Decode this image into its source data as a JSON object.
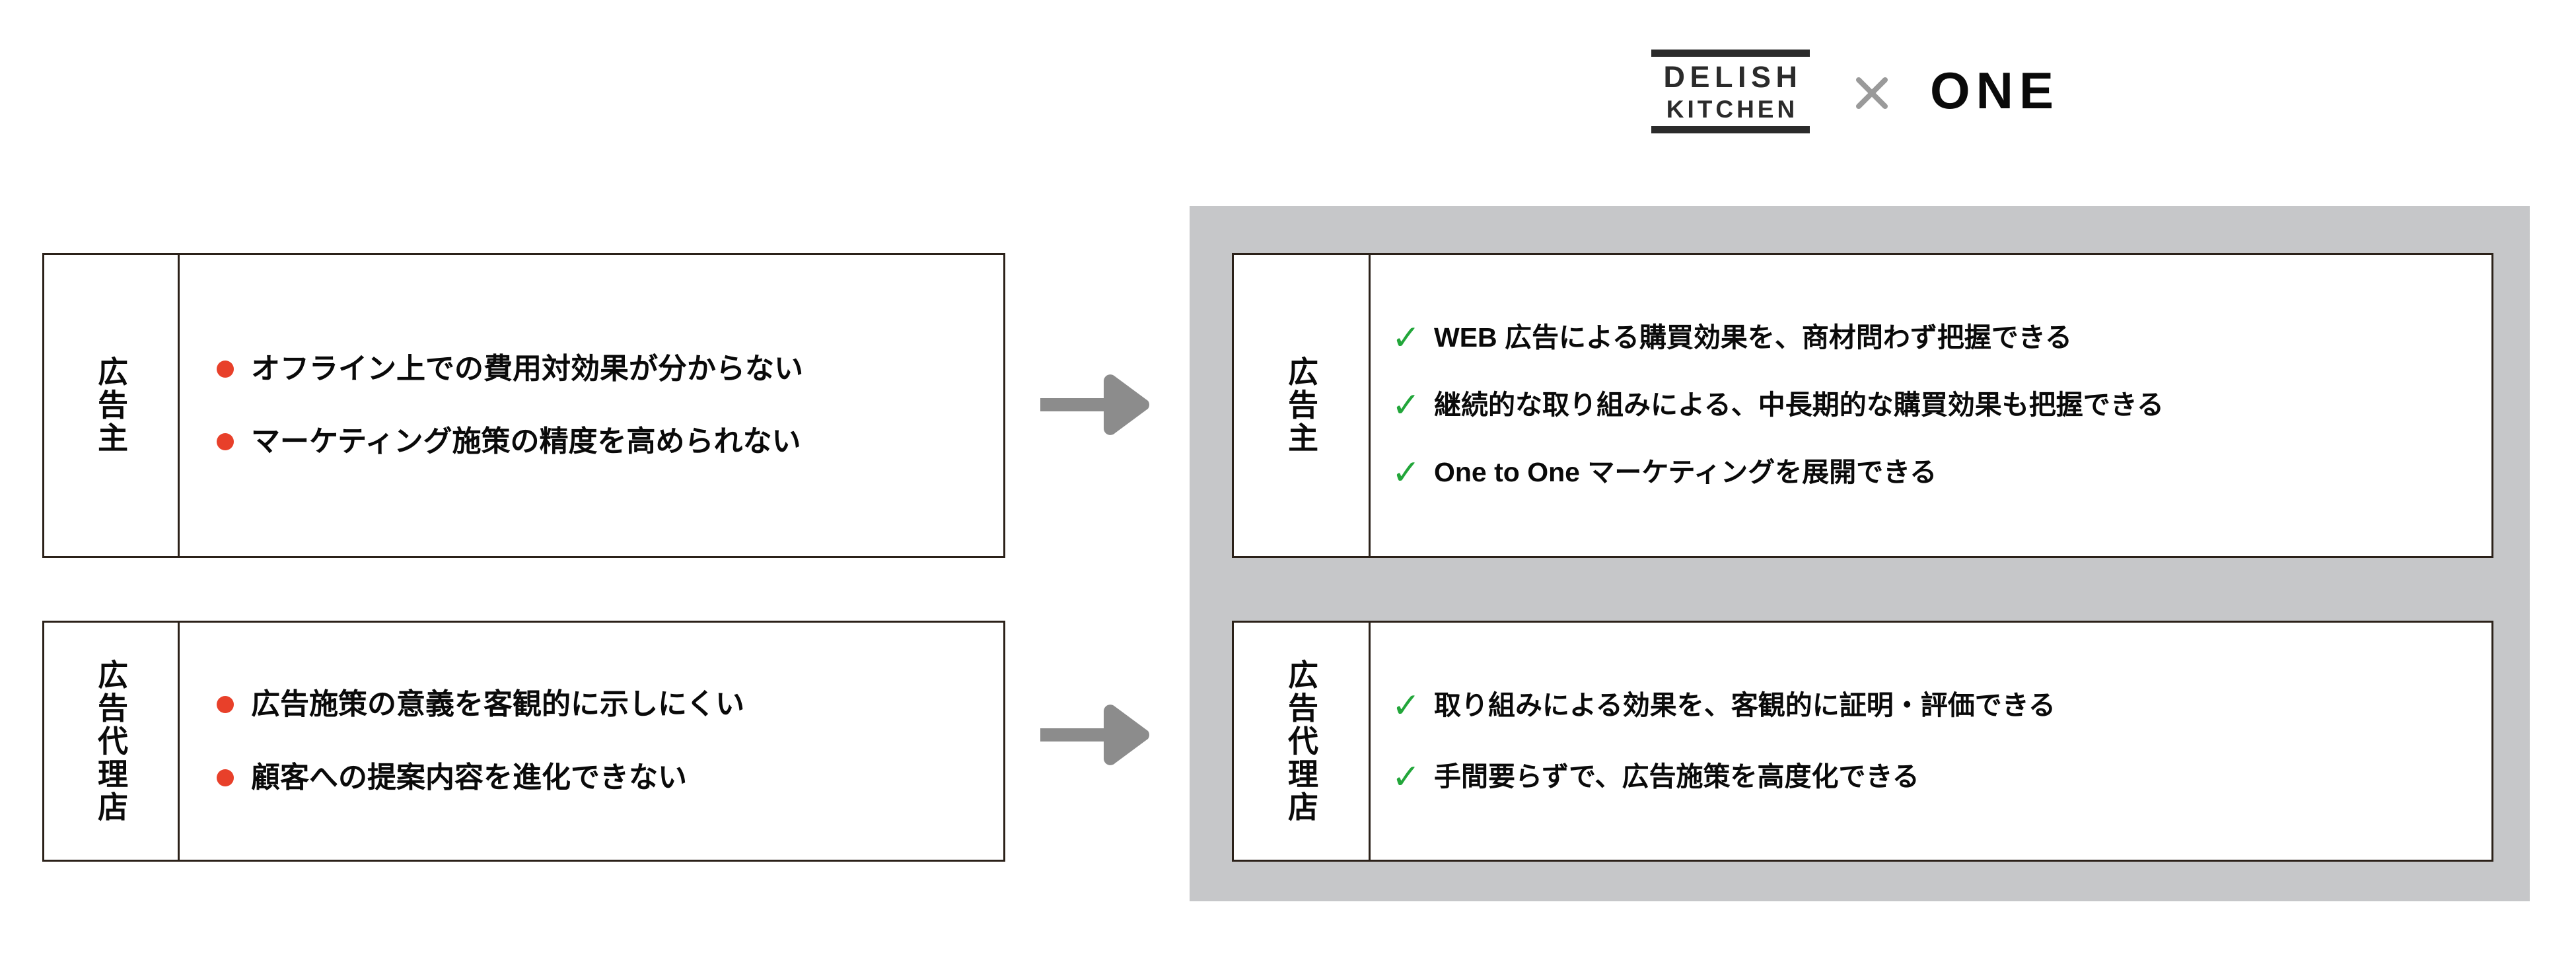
{
  "logo": {
    "brand_primary_line1": "DELISH",
    "brand_primary_line2": "KITCHEN",
    "separator": "×",
    "brand_secondary": "ONE",
    "separator_color": "#9a9a9a",
    "brand_color": "#2b2b2b"
  },
  "colors": {
    "bullet_red": "#e8402a",
    "check_green": "#22a63a",
    "panel_gray": "#c6c7c9",
    "arrow_gray": "#8c8c8c",
    "border_dark": "#2b2119"
  },
  "problems": {
    "advertiser": {
      "label": "広告主",
      "items": [
        "オフライン上での費用対効果が分からない",
        "マーケティング施策の精度を高められない"
      ]
    },
    "agency": {
      "label": "広告代理店",
      "items": [
        "広告施策の意義を客観的に示しにくい",
        "顧客への提案内容を進化できない"
      ]
    }
  },
  "benefits": {
    "advertiser": {
      "label": "広告主",
      "items": [
        "WEB 広告による購買効果を、商材問わず把握できる",
        "継続的な取り組みによる、中長期的な購買効果も把握できる",
        "One to One マーケティングを展開できる"
      ]
    },
    "agency": {
      "label": "広告代理店",
      "items": [
        "取り組みによる効果を、客観的に証明・評価できる",
        "手間要らずで、広告施策を高度化できる"
      ]
    }
  },
  "icons": {
    "bullet": "●",
    "check": "✓"
  }
}
